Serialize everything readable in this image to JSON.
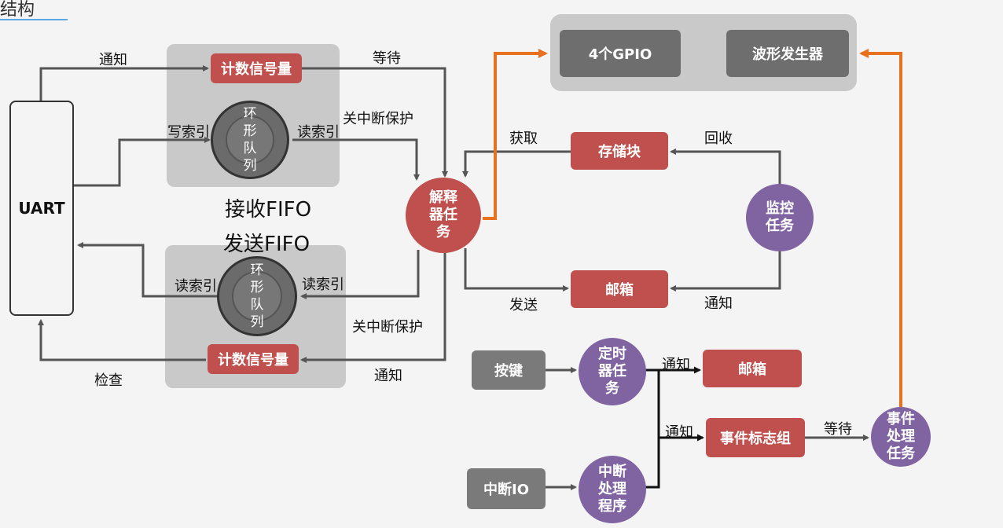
{
  "header": {
    "title_fragment": "结构"
  },
  "nodes": {
    "uart": "UART",
    "gpio": "4个GPIO",
    "wave": "波形发生器",
    "sem_top": "计数信号量",
    "sem_bottom": "计数信号量",
    "ring_top": [
      "环",
      "形",
      "队",
      "列"
    ],
    "ring_bottom": [
      "环",
      "形",
      "队",
      "列"
    ],
    "rx_fifo": "接收FIFO",
    "tx_fifo": "发送FIFO",
    "parser": [
      "解释",
      "器任",
      "务"
    ],
    "mem_block": "存储块",
    "mailbox_right": "邮箱",
    "monitor": [
      "监控",
      "任务"
    ],
    "key": "按键",
    "timer": [
      "定时",
      "器任",
      "务"
    ],
    "mailbox_timer": "邮箱",
    "event_group": "事件标志组",
    "event_task": [
      "事件",
      "处理",
      "任务"
    ],
    "irq_io": "中断IO",
    "isr": [
      "中断",
      "处理",
      "程序"
    ]
  },
  "labels": {
    "notify_top": "通知",
    "wait_top": "等待",
    "write_index": "写索引",
    "read_index_top": "读索引",
    "critical_top": "关中断保护",
    "read_index_bottom_left": "读索引",
    "read_index_bottom_right": "读索引",
    "critical_bottom": "关中断保护",
    "check": "检查",
    "notify_bottom": "通知",
    "acquire": "获取",
    "recycle": "回收",
    "send": "发送",
    "notify_mail": "通知",
    "notify_timer": "通知",
    "notify_event": "通知",
    "wait_event": "等待"
  },
  "colors": {
    "red": "#c0504d",
    "purple": "#8064a2",
    "orange": "#e8711f",
    "line": "#555555"
  }
}
